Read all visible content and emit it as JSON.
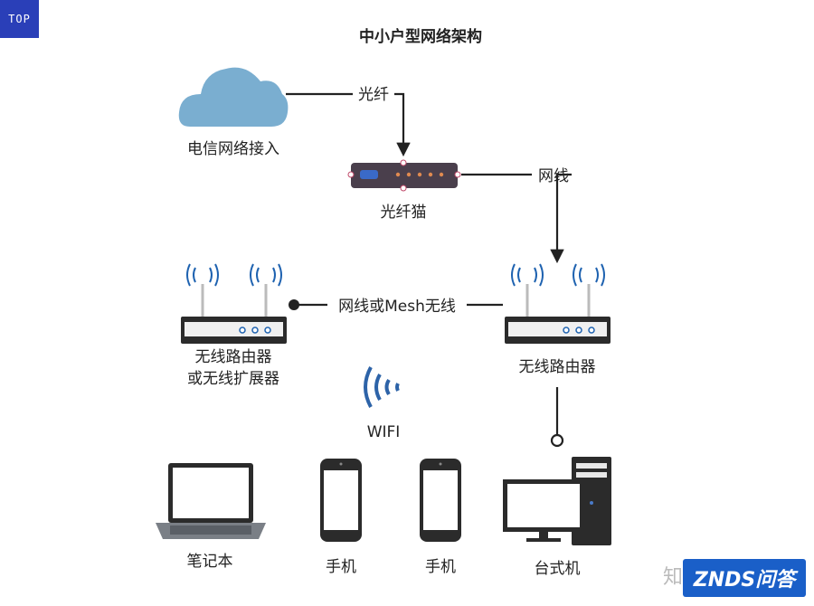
{
  "corner_badge": "TOP",
  "title": "中小户型网络架构",
  "nodes": {
    "isp": "电信网络接入",
    "modem": "光纤猫",
    "main_router": "无线路由器",
    "secondary_router_line1": "无线路由器",
    "secondary_router_line2": "或无线扩展器",
    "wifi": "WIFI",
    "laptop": "笔记本",
    "phone_1": "手机",
    "phone_2": "手机",
    "desktop": "台式机"
  },
  "edges": {
    "fiber": "光纤",
    "cable": "网线",
    "backhaul": "网线或Mesh无线"
  },
  "watermark": {
    "zhi": "知",
    "brand": "ZNDS问答"
  },
  "colors": {
    "cloud": "#7aaed0",
    "wifi_waves": "#2d63a8",
    "antenna": "#1e62b0",
    "device_dark": "#2b2b2b",
    "modem_body": "#4a3f4c",
    "led": "#e08a50"
  }
}
